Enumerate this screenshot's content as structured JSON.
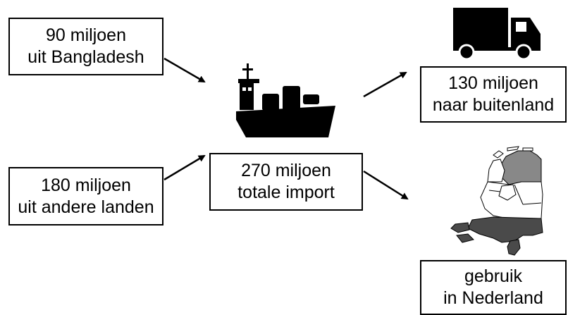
{
  "boxes": {
    "bangladesh": {
      "line1": "90 miljoen",
      "line2": "uit Bangladesh"
    },
    "other_countries": {
      "line1": "180 miljoen",
      "line2": "uit andere landen"
    },
    "total": {
      "line1": "270 miljoen",
      "line2": "totale import"
    },
    "abroad": {
      "line1": "130 miljoen",
      "line2": "naar buitenland"
    },
    "netherlands": {
      "line1": "gebruik",
      "line2": "in Nederland"
    }
  },
  "icons": {
    "ship": "cargo-ship-icon",
    "truck": "truck-icon",
    "map": "netherlands-map-icon"
  },
  "colors": {
    "ink": "#000000",
    "map_north": "#888888",
    "map_south": "#4a4a4a"
  }
}
